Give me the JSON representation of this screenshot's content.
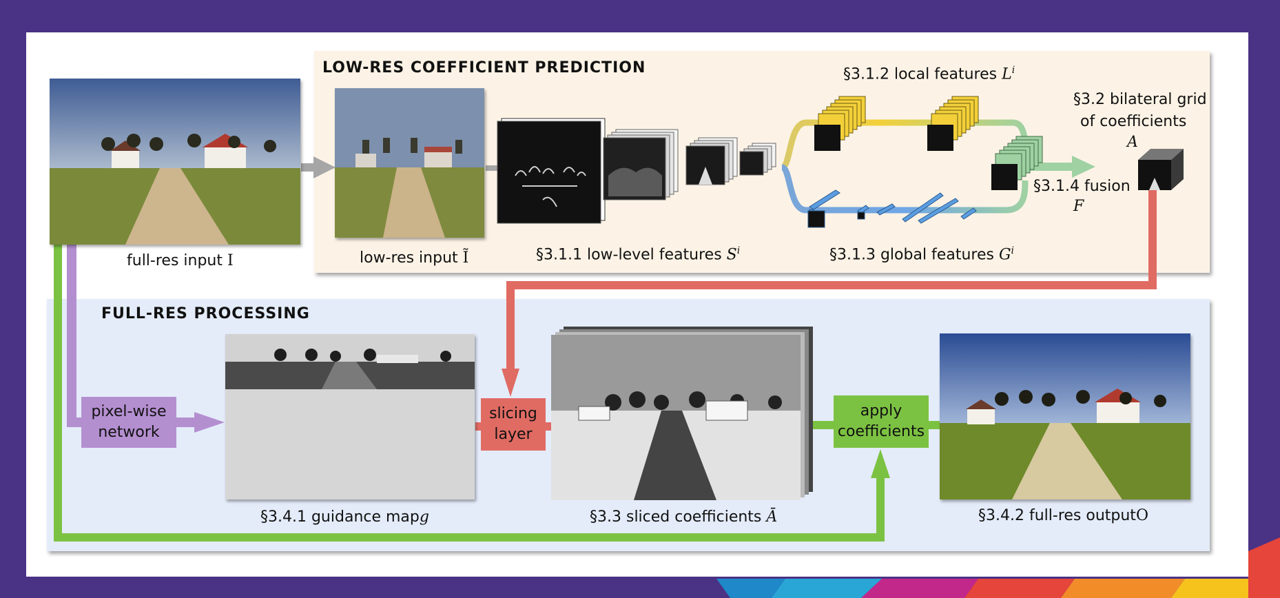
{
  "panels": {
    "lowres_title": "LOW-RES COEFFICIENT PREDICTION",
    "fullres_title": "FULL-RES PROCESSING"
  },
  "labels": {
    "full_res_input": "full-res input",
    "full_res_input_sym": "I",
    "low_res_input": "low-res input",
    "low_res_input_sym": "Ĩ",
    "low_level_features": "§3.1.1 low-level features",
    "low_level_sym": "S",
    "low_level_sup": "i",
    "local_features": "§3.1.2 local features",
    "local_sym": "L",
    "local_sup": "i",
    "global_features": "§3.1.3 global features",
    "global_sym": "G",
    "global_sup": "i",
    "fusion": "§3.1.4 fusion",
    "fusion_sym": "F",
    "bilateral_line1": "§3.2 bilateral grid",
    "bilateral_line2": "of coefficients",
    "bilateral_sym": "A",
    "guidance_map": "§3.4.1 guidance map",
    "guidance_sym": "g",
    "sliced_coeffs": "§3.3 sliced coefficients",
    "sliced_sym": "Ā",
    "full_res_output": "§3.4.2 full-res output",
    "full_res_output_sym": "O"
  },
  "boxes": {
    "pixelwise_line1": "pixel-wise",
    "pixelwise_line2": "network",
    "slicing_line1": "slicing",
    "slicing_line2": "layer",
    "apply_line1": "apply",
    "apply_line2": "coefficients"
  },
  "colors": {
    "background": "#4a3285",
    "lowres_panel": "#fcf3e6",
    "fullres_panel": "#e4ecfa",
    "red_arrow": "#e06b63",
    "green_arrow": "#7cc242",
    "purple_arrow": "#b48fd0",
    "gray_arrow": "#a6a6a6",
    "yellow_feature": "#f3d03a",
    "blue_feature": "#5b9de0",
    "green_feature": "#9fd1a3"
  }
}
